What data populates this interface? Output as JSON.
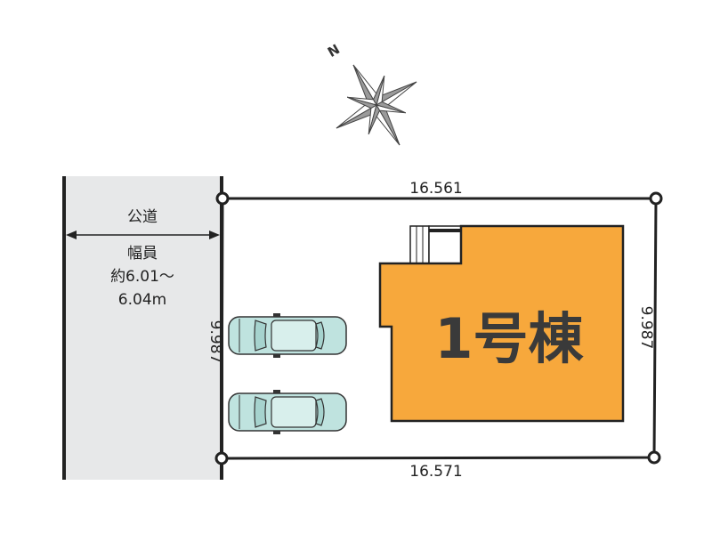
{
  "compass": {
    "north_label": "N",
    "icon": "compass-rose-icon"
  },
  "road": {
    "label": "公道",
    "width_label": "幅員",
    "width_range": "約6.01～",
    "width_max": "6.04m"
  },
  "lot": {
    "top_dimension": "16.561",
    "bottom_dimension": "16.571",
    "left_dimension": "9.987",
    "right_dimension": "9.987"
  },
  "building": {
    "label": "1号棟"
  },
  "parking": {
    "car_count": 2,
    "car_icon": "car-icon"
  },
  "colors": {
    "road_fill": "#e7e8e9",
    "building_fill": "#f7a83c",
    "building_text": "#3a3a3a",
    "car_body": "#bfe3df",
    "line": "#222222"
  }
}
